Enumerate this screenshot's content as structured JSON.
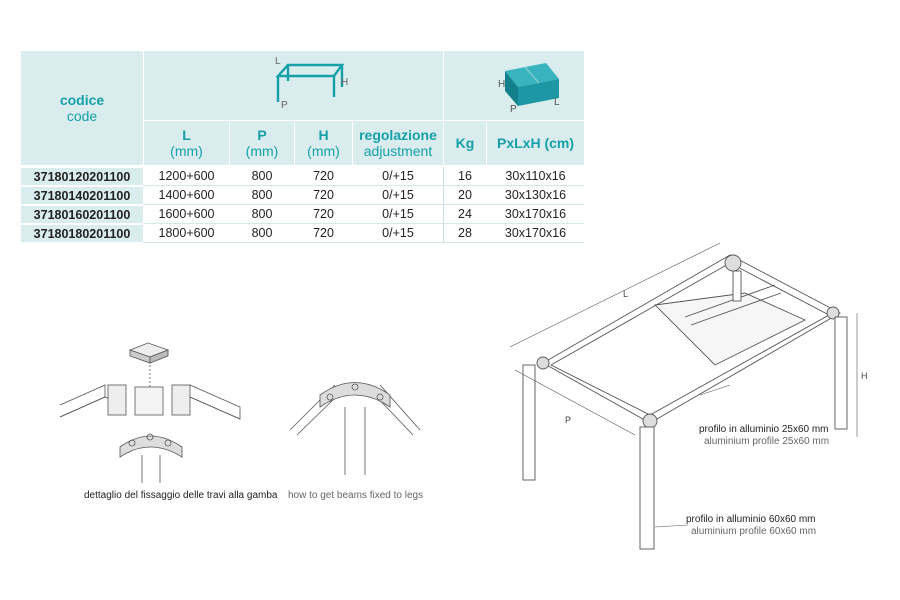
{
  "table": {
    "code_header": {
      "it": "codice",
      "en": "code"
    },
    "dims_icon": {
      "L": "L",
      "P": "P",
      "H": "H"
    },
    "box_icon": {
      "H": "H",
      "P": "P",
      "L": "L"
    },
    "columns": [
      {
        "label": "L",
        "unit": "(mm)"
      },
      {
        "label": "P",
        "unit": "(mm)"
      },
      {
        "label": "H",
        "unit": "(mm)"
      },
      {
        "label": "regolazione",
        "unit": "adjustment"
      },
      {
        "label": "Kg",
        "unit": ""
      },
      {
        "label": "PxLxH (cm)",
        "unit": ""
      }
    ],
    "rows": [
      {
        "code": "37180120201100",
        "L": "1200+600",
        "P": "800",
        "H": "720",
        "adj": "0/+15",
        "kg": "16",
        "pack": "30x110x16"
      },
      {
        "code": "37180140201100",
        "L": "1400+600",
        "P": "800",
        "H": "720",
        "adj": "0/+15",
        "kg": "20",
        "pack": "30x130x16"
      },
      {
        "code": "37180160201100",
        "L": "1600+600",
        "P": "800",
        "H": "720",
        "adj": "0/+15",
        "kg": "24",
        "pack": "30x170x16"
      },
      {
        "code": "37180180201100",
        "L": "1800+600",
        "P": "800",
        "H": "720",
        "adj": "0/+15",
        "kg": "28",
        "pack": "30x170x16"
      }
    ]
  },
  "detail": {
    "caption_it": "dettaglio del fissaggio delle travi alla gamba",
    "caption_en": "how to get beams fixed to legs"
  },
  "table_drawing": {
    "label_L": "L",
    "label_P": "P",
    "label_H": "H",
    "profile_25x60_it": "profilo in alluminio 25x60 mm",
    "profile_25x60_en": "aluminium profile 25x60 mm",
    "profile_60x60_it": "profilo in alluminio 60x60 mm",
    "profile_60x60_en": "aluminium profile 60x60 mm"
  },
  "colors": {
    "accent": "#16a0a8",
    "header_bg": "#d9ecee",
    "box_fill": "#1c97a3"
  }
}
